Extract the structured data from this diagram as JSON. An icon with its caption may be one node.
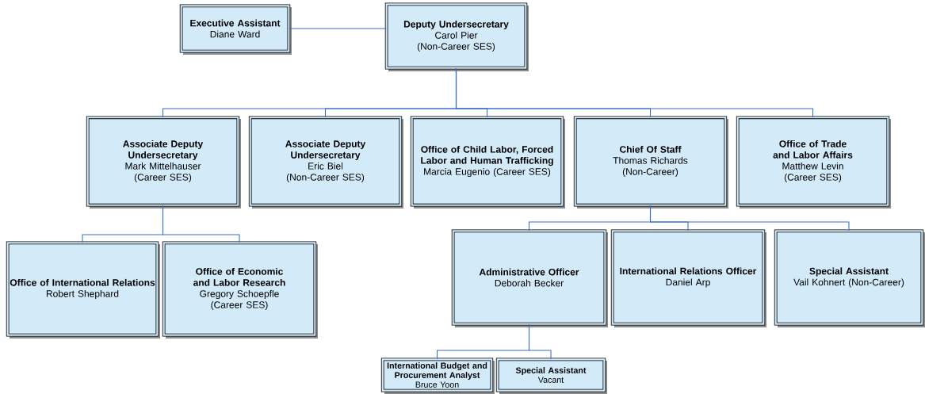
{
  "diagram": {
    "nodes": [
      {
        "text": [
          "Executive Assistant",
          "Diane Ward"
        ]
      },
      {
        "text": [
          "Deputy Undersecretary",
          "Carol Pier",
          "(Non-Career SES)"
        ]
      },
      {
        "text": [
          "Associate Deputy Undersecretary",
          "Mark Mittelhauser",
          "(Career SES)"
        ]
      },
      {
        "text": [
          "Associate Deputy Undersecretary",
          "Eric Biel",
          "(Non-Career SES)"
        ]
      },
      {
        "text": [
          "Office of Child Labor, Forced Labor and Human Trafficking",
          "Marcia Eugenio (Career SES)"
        ]
      },
      {
        "text": [
          "Chief Of Staff",
          "Thomas Richards",
          "(Non-Career)"
        ]
      },
      {
        "text": [
          "Office of Trade and Labor Affairs",
          "Matthew Levin",
          "(Career SES)"
        ]
      },
      {
        "text": [
          "Office of International Relations",
          "Robert Shephard"
        ]
      },
      {
        "text": [
          "Office of Economic and Labor Research",
          "Gregory Schoepfle",
          "(Career SES)"
        ]
      },
      {
        "text": [
          "Administrative Officer",
          "Deborah Becker"
        ]
      },
      {
        "text": [
          "International Relations Officer",
          "Daniel Arp"
        ]
      },
      {
        "text": [
          "Special Assistant",
          "Vail Kohnert (Non-Career)"
        ]
      },
      {
        "text": [
          "International Budget and Procurement Analyst",
          "Bruce Yoon"
        ]
      },
      {
        "text": [
          "Special Assistant",
          "Vacant"
        ]
      }
    ],
    "edges": [
      {
        "from": 0,
        "to": 1,
        "arrow": "none"
      },
      {
        "from": 1,
        "to": 2,
        "arrow": "none"
      },
      {
        "from": 1,
        "to": 3,
        "arrow": "none"
      },
      {
        "from": 1,
        "to": 4,
        "arrow": "none"
      },
      {
        "from": 1,
        "to": 5,
        "arrow": "none"
      },
      {
        "from": 1,
        "to": 6,
        "arrow": "none"
      },
      {
        "from": 2,
        "to": 7,
        "arrow": "none"
      },
      {
        "from": 2,
        "to": 8,
        "arrow": "none"
      },
      {
        "from": 5,
        "to": 9,
        "arrow": "none"
      },
      {
        "from": 5,
        "to": 10,
        "arrow": "none"
      },
      {
        "from": 5,
        "to": 11,
        "arrow": "none"
      },
      {
        "from": 9,
        "to": 12,
        "arrow": "none"
      },
      {
        "from": 9,
        "to": 13,
        "arrow": "none"
      }
    ]
  }
}
